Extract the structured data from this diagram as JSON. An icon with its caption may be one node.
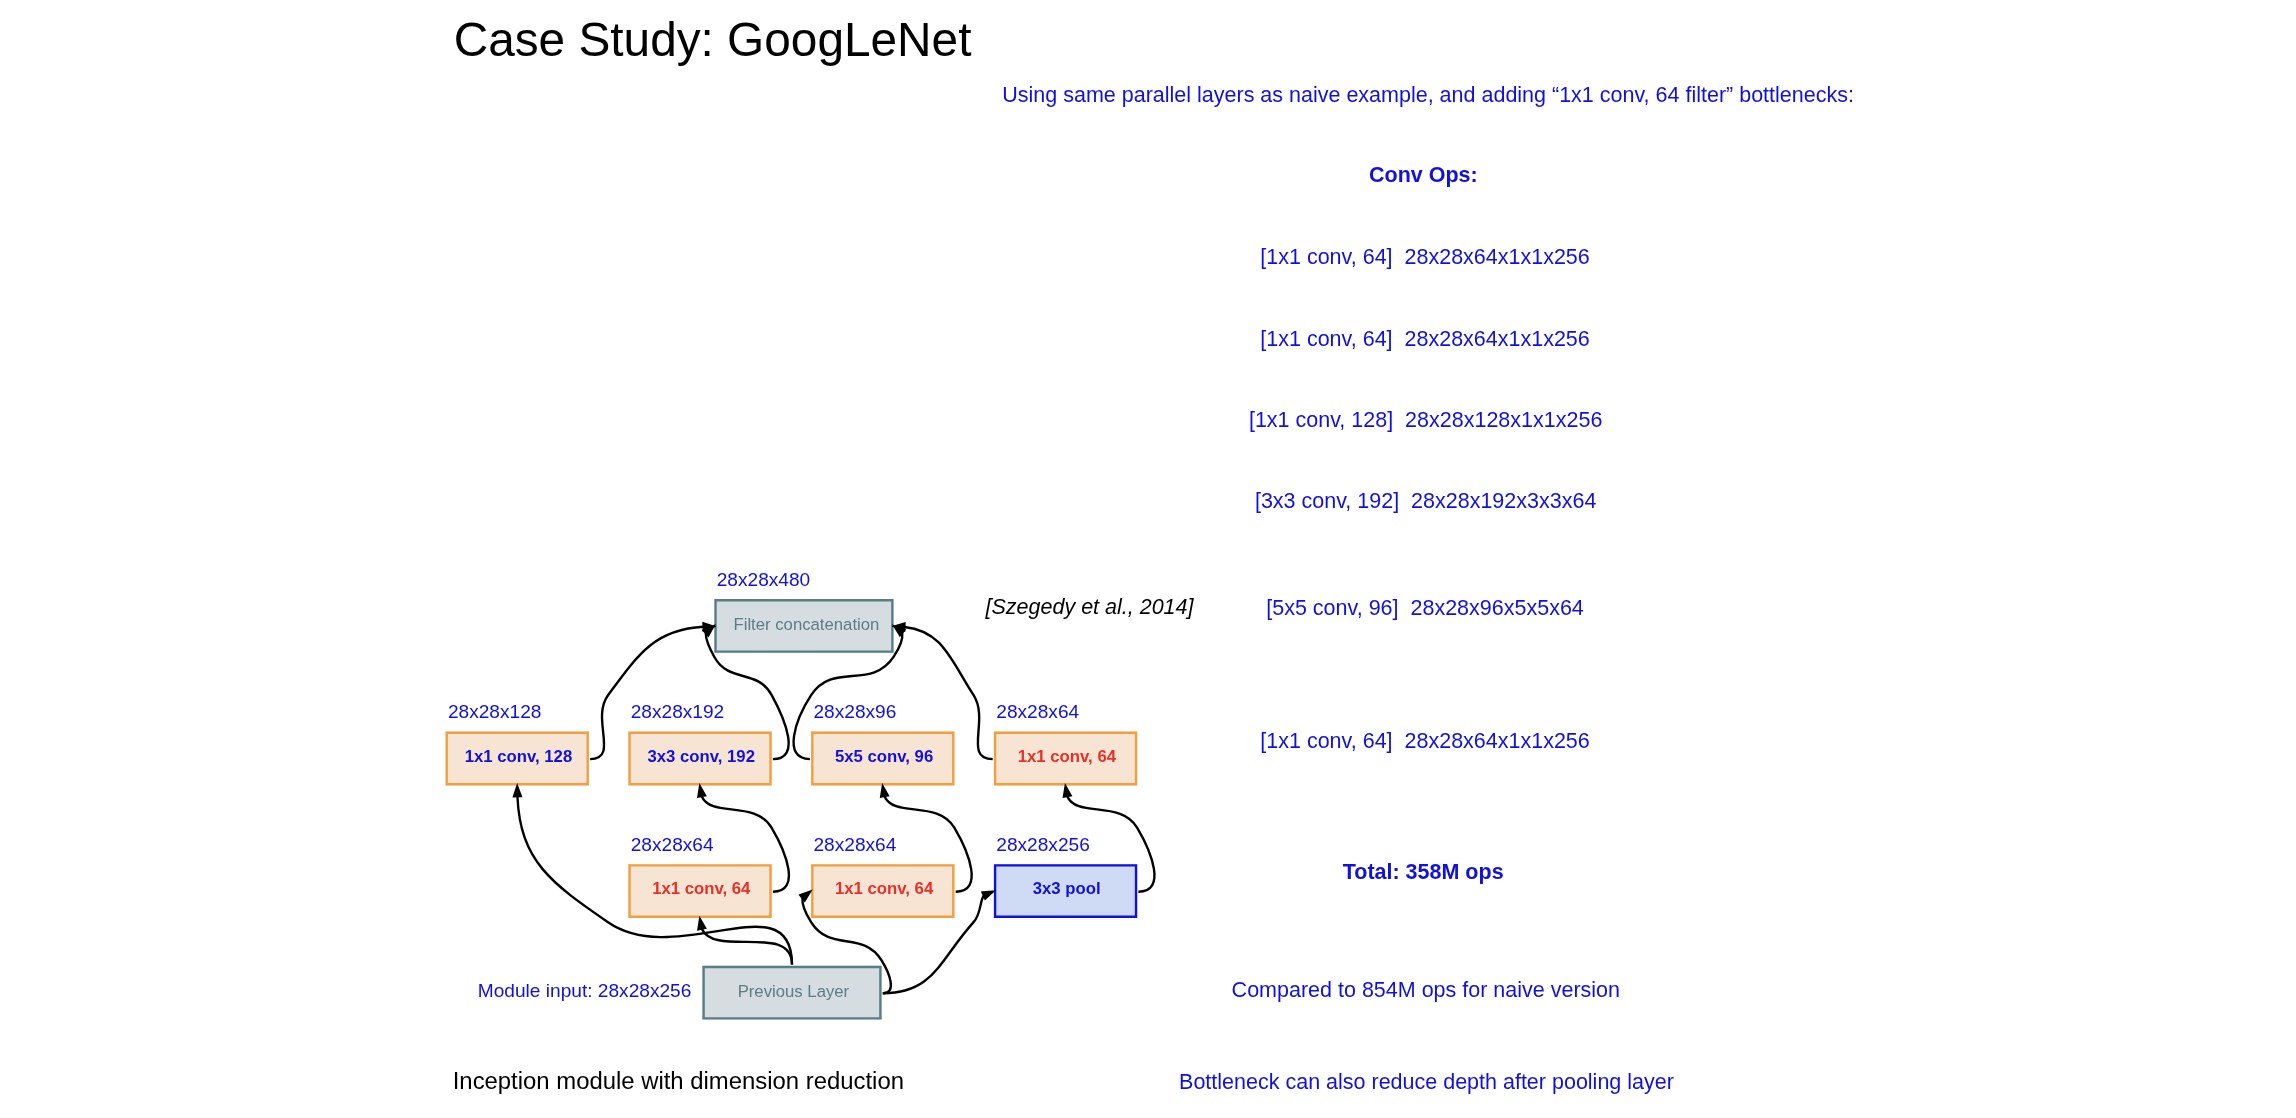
{
  "diagram": {
    "title": "Case Study: GoogLeNet",
    "caption": "Inception module with dimension reduction",
    "nodes": [
      {
        "text": [
          "Filter concatenation"
        ],
        "beside": [
          "28x28x480"
        ]
      },
      {
        "text": [
          "1x1 conv, 128"
        ],
        "beside": [
          "28x28x128"
        ]
      },
      {
        "text": [
          "3x3 conv, 192"
        ],
        "beside": [
          "28x28x192"
        ]
      },
      {
        "text": [
          "5x5 conv, 96"
        ],
        "beside": [
          "28x28x96"
        ]
      },
      {
        "text": [
          "1x1 conv, 64"
        ],
        "beside": [
          "28x28x64"
        ]
      },
      {
        "text": [
          "1x1 conv, 64"
        ],
        "beside": [
          "28x28x64"
        ]
      },
      {
        "text": [
          "1x1 conv, 64"
        ],
        "beside": [
          "28x28x64"
        ]
      },
      {
        "text": [
          "3x3 pool"
        ],
        "beside": [
          "28x28x256"
        ]
      },
      {
        "text": [
          "Previous Layer"
        ],
        "beside": [
          "Module input: 28x28x256"
        ]
      }
    ],
    "edges": [
      {
        "from": 8,
        "to": 1,
        "arrow": "to"
      },
      {
        "from": 8,
        "to": 5,
        "arrow": "to"
      },
      {
        "from": 8,
        "to": 6,
        "arrow": "to"
      },
      {
        "from": 8,
        "to": 7,
        "arrow": "to"
      },
      {
        "from": 5,
        "to": 2,
        "arrow": "to"
      },
      {
        "from": 6,
        "to": 3,
        "arrow": "to"
      },
      {
        "from": 7,
        "to": 4,
        "arrow": "to"
      },
      {
        "from": 1,
        "to": 0,
        "arrow": "to"
      },
      {
        "from": 2,
        "to": 0,
        "arrow": "to"
      },
      {
        "from": 3,
        "to": 0,
        "arrow": "to"
      },
      {
        "from": 4,
        "to": 0,
        "arrow": "to"
      }
    ],
    "labels": [
      "[Szegedy et al., 2014]",
      "Using same parallel layers as naive example, and adding “1x1 conv, 64 filter” bottlenecks:",
      "Conv Ops:",
      "[1x1 conv, 64]  28x28x64x1x1x256",
      "[1x1 conv, 64]  28x28x64x1x1x256",
      "[1x1 conv, 128]  28x28x128x1x1x256",
      "[3x3 conv, 192]  28x28x192x3x3x64",
      "[5x5 conv, 96]  28x28x96x5x5x64",
      "[1x1 conv, 64]  28x28x64x1x1x256",
      "Total: 358M ops",
      "Compared to 854M ops for naive version",
      "Bottleneck can also reduce depth after pooling layer"
    ]
  }
}
